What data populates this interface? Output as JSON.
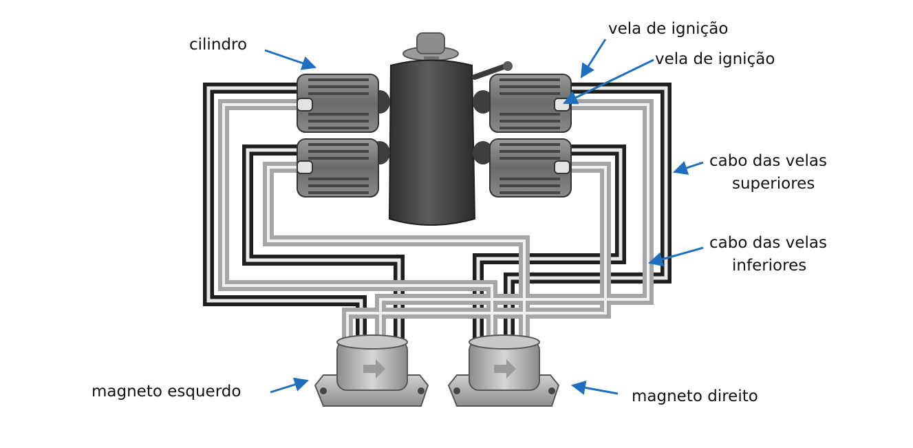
{
  "diagram": {
    "labels": {
      "cylinder": "cilindro",
      "spark_plug_1": "vela de ignição",
      "spark_plug_2": "vela de ignição",
      "upper_cable_line1": "cabo das velas",
      "upper_cable_line2": "superiores",
      "lower_cable_line1": "cabo das velas",
      "lower_cable_line2": "inferiores",
      "left_magneto": "magneto esquerdo",
      "right_magneto": "magneto direito"
    },
    "colors": {
      "arrow": "#1f6fc0",
      "upper_cable": "#2b2b2b",
      "lower_cable": "#a9a9a9",
      "engine_body": "#4a4a4a",
      "magneto": "#b4b4b4",
      "text": "#111111"
    }
  }
}
